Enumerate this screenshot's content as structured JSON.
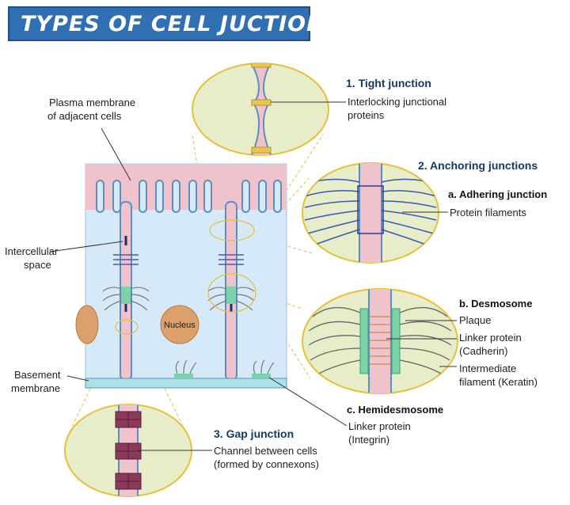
{
  "title": "TYPES OF CELL JUCTIONS",
  "labels": {
    "plasma_membrane_1": "Plasma membrane",
    "plasma_membrane_2": "of adjacent cells",
    "intercellular_1": "Intercellular",
    "intercellular_2": "space",
    "basement_1": "Basement",
    "basement_2": "membrane",
    "nucleus": "Nucleus"
  },
  "tight": {
    "heading": "1. Tight junction",
    "desc_1": "Interlocking junctional",
    "desc_2": "proteins"
  },
  "anchoring": {
    "heading": "2. Anchoring junctions",
    "adhering_heading": "a. Adhering junction",
    "adhering_desc": "Protein filaments",
    "desmosome_heading": "b. Desmosome",
    "plaque": "Plaque",
    "linker_1": "Linker protein",
    "linker_2": "(Cadherin)",
    "intermediate_1": "Intermediate",
    "intermediate_2": "filament  (Keratin)",
    "hemi_heading": "c. Hemidesmosome",
    "hemi_1": "Linker protein",
    "hemi_2": "(Integrin)"
  },
  "gap": {
    "heading": "3. Gap junction",
    "desc_1": "Channel between cells",
    "desc_2": "(formed by connexons)"
  },
  "colors": {
    "banner": "#2f6fb2",
    "cytoplasm": "#d6e9f8",
    "apical": "#f0c2cb",
    "membrane": "#5b8fc2",
    "nucleus": "#dca06a",
    "callout": "#e6edc8",
    "callout_border": "#e3c23a",
    "basement": "#a9e3e6"
  }
}
